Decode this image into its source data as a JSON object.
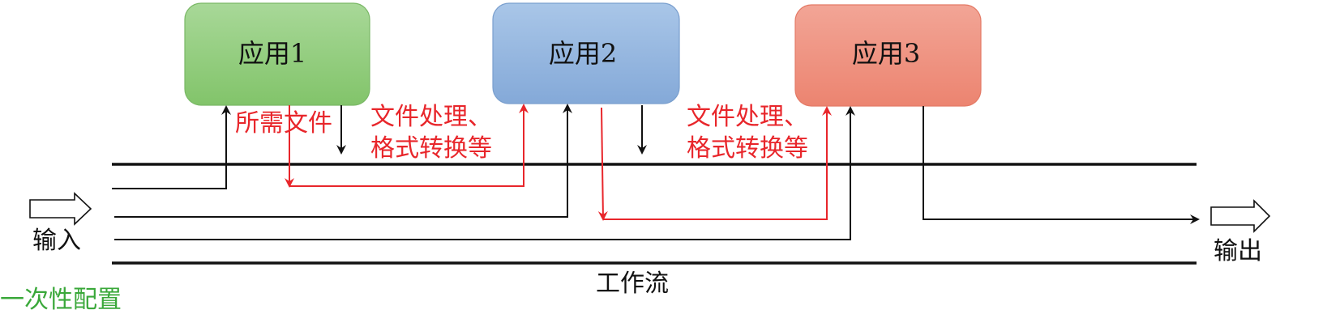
{
  "apps": [
    {
      "label": "应用1",
      "color": "#8fcf78"
    },
    {
      "label": "应用2",
      "color": "#90b4dd"
    },
    {
      "label": "应用3",
      "color": "#ee8a78"
    }
  ],
  "annotations": {
    "required_files": "所需文件",
    "processing_1_line1": "文件处理、",
    "processing_1_line2": "格式转换等",
    "processing_2_line1": "文件处理、",
    "processing_2_line2": "格式转换等"
  },
  "io": {
    "input": "输入",
    "output": "输出"
  },
  "workflow_label": "工作流",
  "config_label": "一次性配置",
  "colors": {
    "red": "#e8262b",
    "black": "#111111",
    "green": "#3aa83a"
  }
}
